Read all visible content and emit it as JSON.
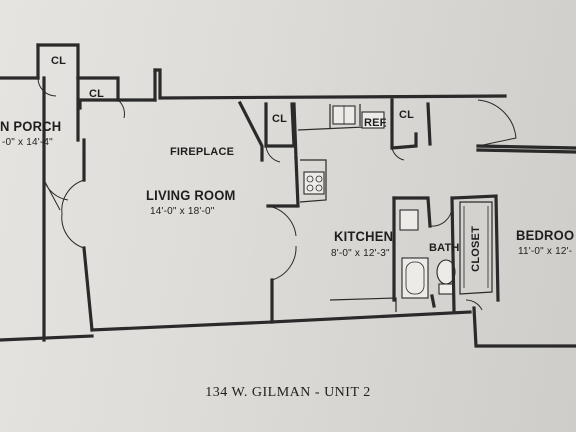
{
  "title": "134 W. GILMAN - UNIT 2",
  "rooms": {
    "porch": {
      "name": "N PORCH",
      "dim": "-0\" x 14'-4\""
    },
    "living": {
      "name": "LIVING ROOM",
      "dim": "14'-0\" x 18'-0\""
    },
    "kitchen": {
      "name": "KITCHEN",
      "dim": "8'-0\" x 12'-3\""
    },
    "bedroom": {
      "name": "BEDROO",
      "dim": "11'-0\" x 12'-"
    }
  },
  "labels": {
    "fireplace": "FIREPLACE",
    "bath": "BATH",
    "closet": "CLOSET",
    "ref": "REF",
    "cl": "CL"
  }
}
